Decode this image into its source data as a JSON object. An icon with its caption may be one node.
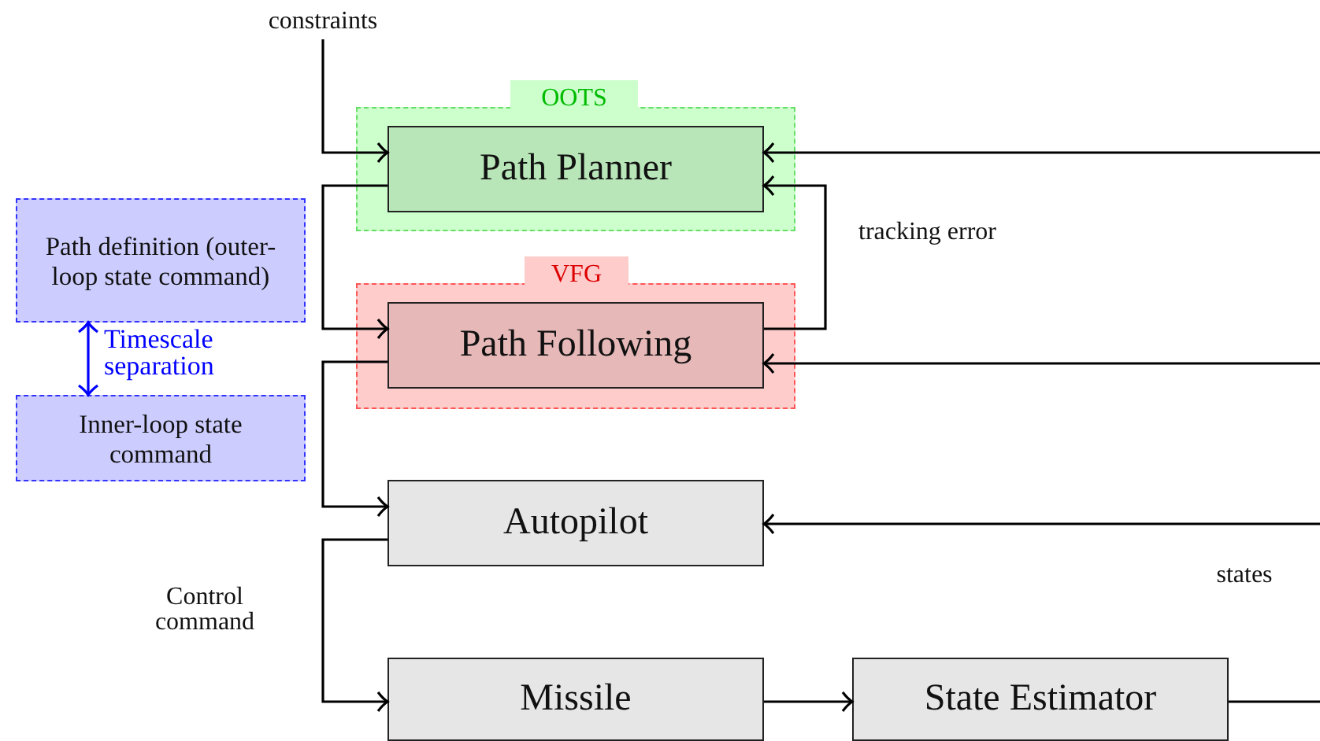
{
  "diagram": {
    "nodes": [
      {
        "text": [
          "OOTS"
        ]
      },
      {
        "text": [
          "Path Planner"
        ],
        "in": 0
      },
      {
        "text": [
          "VFG"
        ]
      },
      {
        "text": [
          "Path Following"
        ],
        "in": 2
      },
      {
        "text": [
          "Autopilot"
        ]
      },
      {
        "text": [
          "Missile"
        ]
      },
      {
        "text": [
          "State Estimator"
        ]
      },
      {
        "text": [
          "constraints"
        ]
      },
      {
        "text": [
          "Path definition (outer-loop state command)"
        ]
      },
      {
        "text": [
          "Inner-loop state command"
        ]
      }
    ],
    "edges": [
      {
        "from": 7,
        "to": 1,
        "arrow": "to"
      },
      {
        "from": 1,
        "to": 3,
        "arrow": "to"
      },
      {
        "from": 3,
        "to": 1,
        "arrow": "to"
      },
      {
        "from": null,
        "to": 1,
        "arrow": "to"
      },
      {
        "from": 3,
        "to": 4,
        "arrow": "to"
      },
      {
        "from": null,
        "to": 3,
        "arrow": "to"
      },
      {
        "from": 4,
        "to": 5,
        "arrow": "to"
      },
      {
        "from": null,
        "to": 4,
        "arrow": "to"
      },
      {
        "from": 5,
        "to": 6,
        "arrow": "to"
      },
      {
        "from": 6,
        "to": null,
        "arrow": "none"
      },
      {
        "from": 8,
        "to": 9,
        "arrow": "both",
        "label": "Timescale separation",
        "color": "#0000ff"
      }
    ],
    "labels": [
      "tracking error",
      "states",
      "Control command"
    ]
  }
}
